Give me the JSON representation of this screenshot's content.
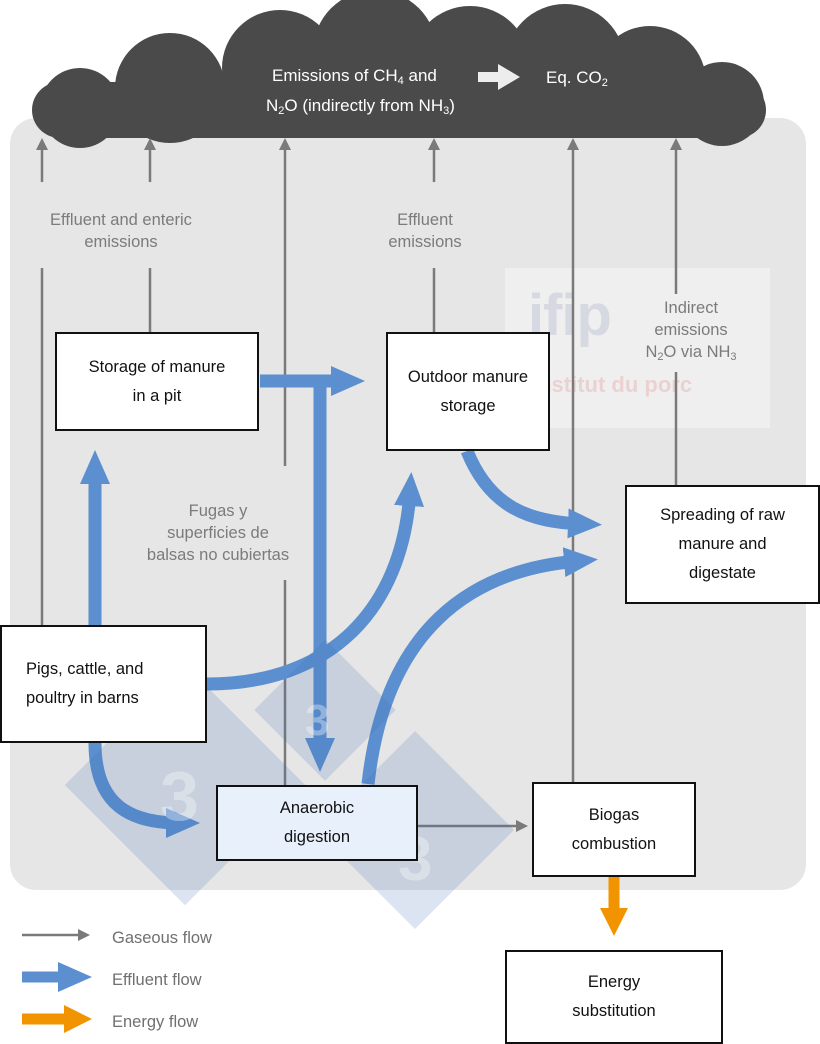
{
  "cloud": {
    "line1_a": "Emissions of CH",
    "line1_sub": "4",
    "line1_b": " and",
    "line2_a": "N",
    "line2_sub": "2",
    "line2_b": "O (indirectly from NH",
    "line2_sub2": "3",
    "line2_c": ")",
    "eq_a": "Eq. CO",
    "eq_sub": "2"
  },
  "gas_labels": {
    "effluent_enteric": "Effluent and enteric\nemissions",
    "effluent": "Effluent\nemissions",
    "indirect_a": "Indirect\nemissions\nN",
    "indirect_sub": "2",
    "indirect_b": "O via NH",
    "indirect_sub2": "3",
    "leaks": "Fugas y\nsuperficies de\nbalsas no cubiertas"
  },
  "boxes": {
    "storage_pit": "Storage of manure\nin a pit",
    "outdoor_storage": "Outdoor manure\nstorage",
    "spreading": "Spreading of raw\nmanure and\ndigestate",
    "barns": "Pigs, cattle, and\npoultry in barns",
    "anaerobic": "Anaerobic\ndigestion",
    "biogas": "Biogas\ncombustion",
    "energy": "Energy\nsubstitution"
  },
  "legend": {
    "gaseous": "Gaseous flow",
    "effluent": "Effluent flow",
    "energy": "Energy flow"
  },
  "watermark": {
    "logo": "ifip",
    "sub": "Institut du porc",
    "badge": "3"
  },
  "colors": {
    "cloud": "#4a4a4a",
    "panel": "#e6e6e6",
    "gaseous": "#7a7a7a",
    "effluent": "#5b8fd0",
    "energy": "#f29400"
  }
}
